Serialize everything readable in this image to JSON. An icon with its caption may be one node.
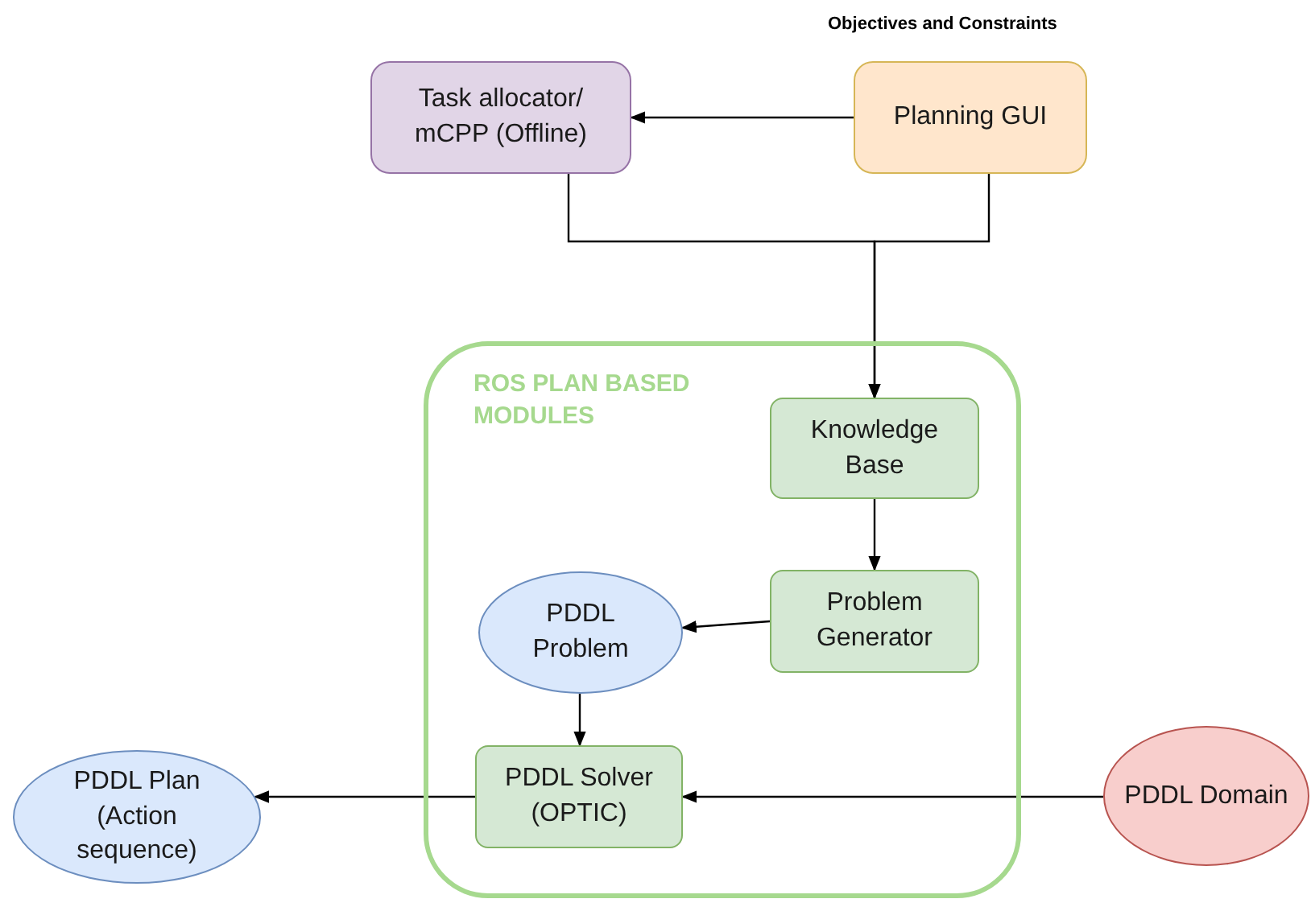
{
  "diagram": {
    "nodes": [
      {
        "text": [
          "Task allocator/ mCPP (Offline)"
        ]
      },
      {
        "text": [
          "Planning GUI"
        ]
      },
      {
        "text": [
          "ROS PLAN BASED MODULES"
        ]
      },
      {
        "text": [
          "Knowledge Base"
        ],
        "in": 2
      },
      {
        "text": [
          "Problem Generator"
        ],
        "in": 2
      },
      {
        "text": [
          "PDDL Problem"
        ],
        "in": 2
      },
      {
        "text": [
          "PDDL Solver (OPTIC)"
        ],
        "in": 2
      },
      {
        "text": [
          "PDDL Plan (Action sequence)"
        ]
      },
      {
        "text": [
          "PDDL Domain"
        ]
      }
    ],
    "edges": [
      {
        "from": 1,
        "to": 0,
        "arrow": "to"
      },
      {
        "from": 0,
        "to": 3,
        "arrow": "to"
      },
      {
        "from": 1,
        "to": 3,
        "arrow": "to"
      },
      {
        "from": 3,
        "to": 4,
        "arrow": "to"
      },
      {
        "from": 4,
        "to": 5,
        "arrow": "to"
      },
      {
        "from": 5,
        "to": 6,
        "arrow": "to"
      },
      {
        "from": 8,
        "to": 6,
        "arrow": "to"
      },
      {
        "from": 6,
        "to": 7,
        "arrow": "to"
      }
    ],
    "labels": [
      "Objectives and Constraints"
    ]
  }
}
